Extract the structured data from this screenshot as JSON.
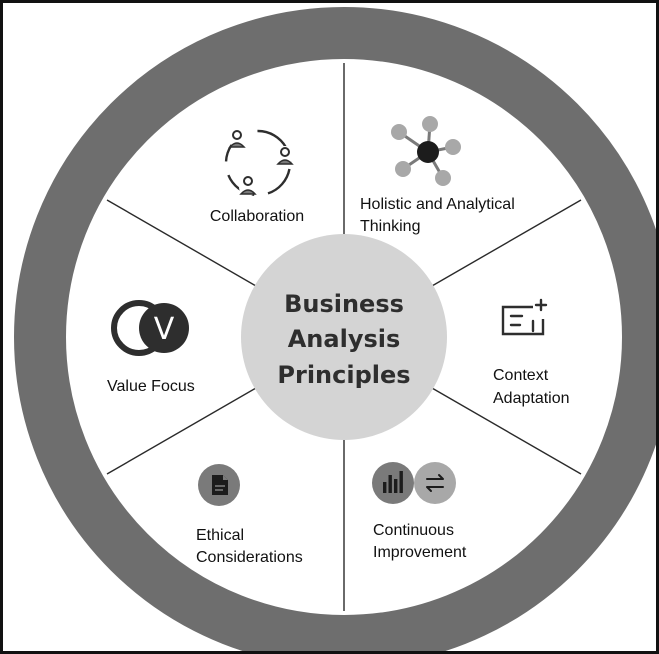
{
  "center": {
    "line1": "Business",
    "line2": "Analysis",
    "line3": "Principles"
  },
  "segments": {
    "collaboration": {
      "label": "Collaboration",
      "icon": "people-network-icon"
    },
    "holistic": {
      "line1": "Holistic and Analytical",
      "line2": "Thinking",
      "icon": "hub-network-icon"
    },
    "context": {
      "line1": "Context",
      "line2": "Adaptation",
      "icon": "context-form-icon"
    },
    "continuous": {
      "line1": "Continuous",
      "line2": "Improvement",
      "icon": "bar-chart-cycle-icon"
    },
    "ethical": {
      "line1": "Ethical",
      "line2": "Considerations",
      "icon": "document-icon"
    },
    "value": {
      "label": "Value Focus",
      "icon": "value-v-icon",
      "icon_letter": "V"
    }
  },
  "colors": {
    "ring": "#6e6e6e",
    "center_fill": "#d4d4d4",
    "icon_dark": "#2e2e2e",
    "icon_gray": "#7a7a7a",
    "icon_light": "#a8a8a8",
    "divider": "#2a2a2a"
  }
}
